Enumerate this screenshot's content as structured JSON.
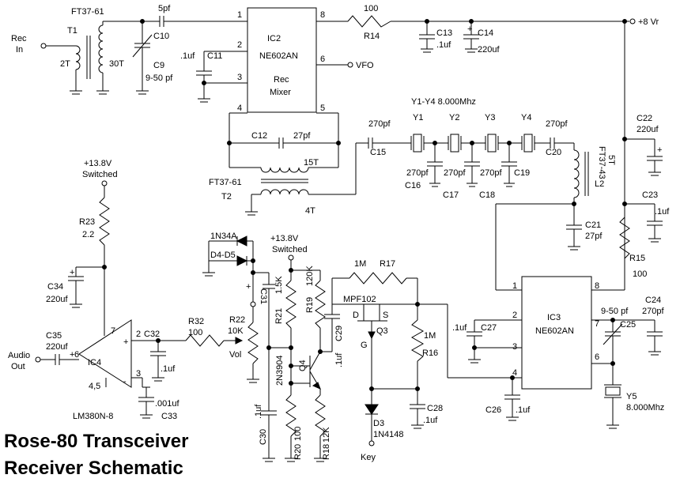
{
  "title": {
    "line1": "Rose-80 Transceiver",
    "line2": "Receiver Schematic"
  },
  "ic2": {
    "ref": "IC2",
    "part": "NE602AN",
    "label1": "Rec",
    "label2": "Mixer",
    "pins": {
      "p1": "1",
      "p2": "2",
      "p3": "3",
      "p4": "4",
      "p5": "5",
      "p6": "6",
      "p8": "8"
    }
  },
  "ic3": {
    "ref": "IC3",
    "part": "NE602AN",
    "pins": {
      "p1": "1",
      "p2": "2",
      "p3": "3",
      "p4": "4",
      "p6": "6",
      "p7": "7",
      "p8": "8"
    }
  },
  "ic4": {
    "ref": "IC4",
    "part": "LM380N-8",
    "pins": {
      "p2": "2",
      "p3": "3",
      "p6": "6",
      "p7": "7",
      "p45": "4,5",
      "plus": "+",
      "minus": "-"
    }
  },
  "rec_in": {
    "line1": "Rec",
    "line2": "In"
  },
  "t1": {
    "ref": "T1",
    "core": "FT37-61",
    "primary": "2T",
    "secondary": "30T"
  },
  "t2": {
    "ref": "T2",
    "core": "FT37-61",
    "primary": "15T",
    "secondary": "4T"
  },
  "l2": {
    "ref": "L2",
    "core": "FT37-43",
    "turns": "5T"
  },
  "c9": {
    "ref": "C9",
    "value": "9-50 pf"
  },
  "c10": {
    "ref": "C10",
    "value": "5pf"
  },
  "c11": {
    "ref": "C11",
    "value": ".1uf"
  },
  "c12": {
    "ref": "C12",
    "value": "27pf"
  },
  "c13": {
    "ref": "C13",
    "value": ".1uf"
  },
  "c14": {
    "ref": "C14",
    "value": "220uf",
    "polarity": "+"
  },
  "c15": {
    "ref": "C15",
    "value": "270pf"
  },
  "c16": {
    "ref": "C16",
    "value": "270pf"
  },
  "c17": {
    "ref": "C17",
    "value": "270pf"
  },
  "c18": {
    "ref": "C18",
    "value": "270pf"
  },
  "c19": {
    "ref": "C19"
  },
  "c20": {
    "ref": "C20",
    "value": "270pf"
  },
  "c21": {
    "ref": "C21",
    "value": "27pf"
  },
  "c22": {
    "ref": "C22",
    "value": "220uf",
    "polarity": "+"
  },
  "c23": {
    "ref": "C23",
    "value": ".1uf"
  },
  "c24": {
    "ref": "C24",
    "value": "270pf"
  },
  "c25": {
    "ref": "C25",
    "value": "9-50 pf"
  },
  "c26": {
    "ref": "C26",
    "value": ".1uf"
  },
  "c27": {
    "ref": "C27",
    "value": ".1uf"
  },
  "c28": {
    "ref": "C28",
    "value": ".1uf"
  },
  "c29": {
    "ref": "C29",
    "value": ".1uf"
  },
  "c30": {
    "ref": "C30",
    "value": ".1uf"
  },
  "c31": {
    "ref": "C31",
    "polarity": "+"
  },
  "c32": {
    "ref": "C32",
    "value": ".1uf"
  },
  "c33": {
    "ref": "C33",
    "value": ".001uf"
  },
  "c34": {
    "ref": "C34",
    "value": "220uf",
    "polarity": "+"
  },
  "c35": {
    "ref": "C35",
    "value": "220uf"
  },
  "r14": {
    "ref": "R14",
    "value": "100"
  },
  "r15": {
    "ref": "R15",
    "value": "100"
  },
  "r16": {
    "ref": "R16",
    "value": "1M"
  },
  "r17": {
    "ref": "R17",
    "value": "1M"
  },
  "r18": {
    "ref": "R18",
    "value": "12K"
  },
  "r19": {
    "ref": "R19",
    "value": "120K"
  },
  "r20": {
    "ref": "R20",
    "value": "100"
  },
  "r21": {
    "ref": "R21",
    "value": "1.5K"
  },
  "r22": {
    "ref": "R22",
    "value": "10K",
    "label": "Vol"
  },
  "r23": {
    "ref": "R23",
    "value": "2.2"
  },
  "r32": {
    "ref": "R32",
    "value": "100"
  },
  "crystals": {
    "group_label": "Y1-Y4  8.000Mhz",
    "y1": "Y1",
    "y2": "Y2",
    "y3": "Y3",
    "y4": "Y4"
  },
  "y5": {
    "ref": "Y5",
    "value": "8.000Mhz"
  },
  "q3": {
    "ref": "Q3",
    "part": "MPF102",
    "d": "D",
    "s": "S",
    "g": "G"
  },
  "q4": {
    "ref": "Q4",
    "part": "2N3904"
  },
  "d3": {
    "ref": "D3",
    "part": "1N4148"
  },
  "d4d5": {
    "ref": "D4-D5",
    "part": "1N34A"
  },
  "labels": {
    "plus8vr": "+8 Vr",
    "vfo": "VFO",
    "sw1_line1": "+13.8V",
    "sw1_line2": "Switched",
    "sw2_line1": "+13.8V",
    "sw2_line2": "Switched",
    "audio_line1": "Audio",
    "audio_line2": "Out",
    "key": "Key"
  }
}
